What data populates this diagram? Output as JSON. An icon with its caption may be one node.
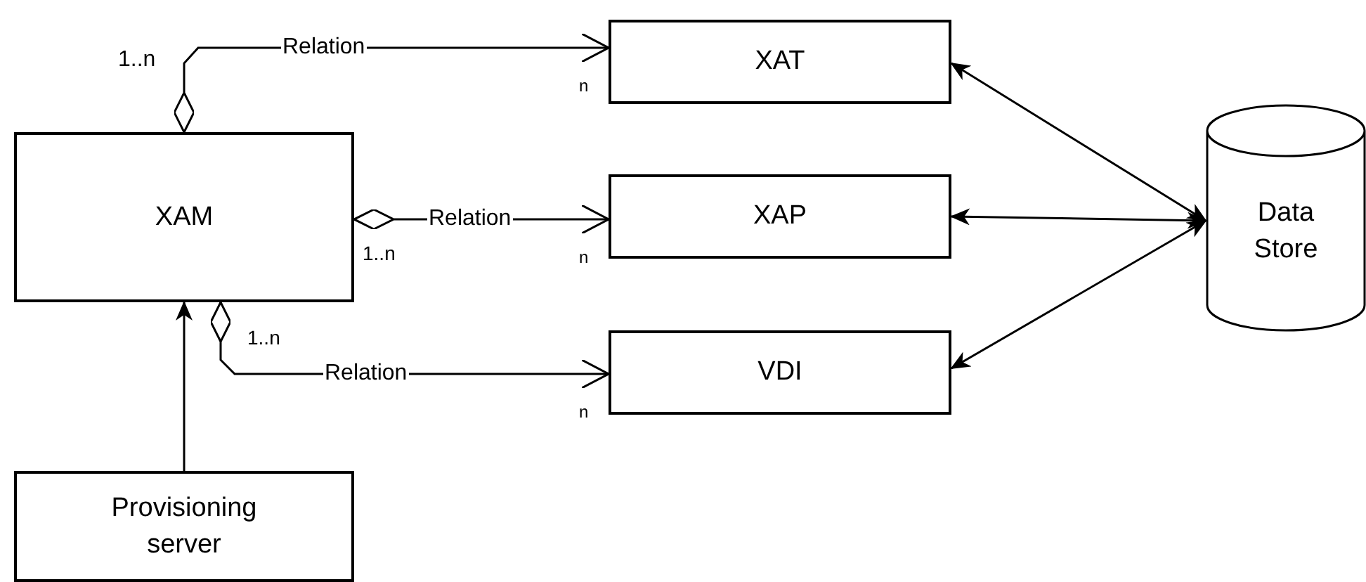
{
  "diagram": {
    "nodes": [
      {
        "text": [
          "XAM"
        ]
      },
      {
        "text": [
          "XAT"
        ]
      },
      {
        "text": [
          "XAP"
        ]
      },
      {
        "text": [
          "VDI"
        ]
      },
      {
        "text": [
          "Data Store"
        ]
      },
      {
        "text": [
          "Provisioning server"
        ]
      }
    ],
    "edges": [
      {
        "from": 0,
        "to": 1,
        "arrow": "to",
        "label": "Relation"
      },
      {
        "from": 0,
        "to": 2,
        "arrow": "to",
        "label": "Relation"
      },
      {
        "from": 0,
        "to": 3,
        "arrow": "to",
        "label": "Relation"
      },
      {
        "from": 4,
        "to": 1,
        "arrow": "both"
      },
      {
        "from": 4,
        "to": 2,
        "arrow": "both"
      },
      {
        "from": 4,
        "to": 3,
        "arrow": "both"
      },
      {
        "from": 5,
        "to": 0,
        "arrow": "to"
      }
    ],
    "labels": [
      "1..n",
      "n",
      "1..n",
      "n",
      "1..n",
      "n"
    ]
  }
}
